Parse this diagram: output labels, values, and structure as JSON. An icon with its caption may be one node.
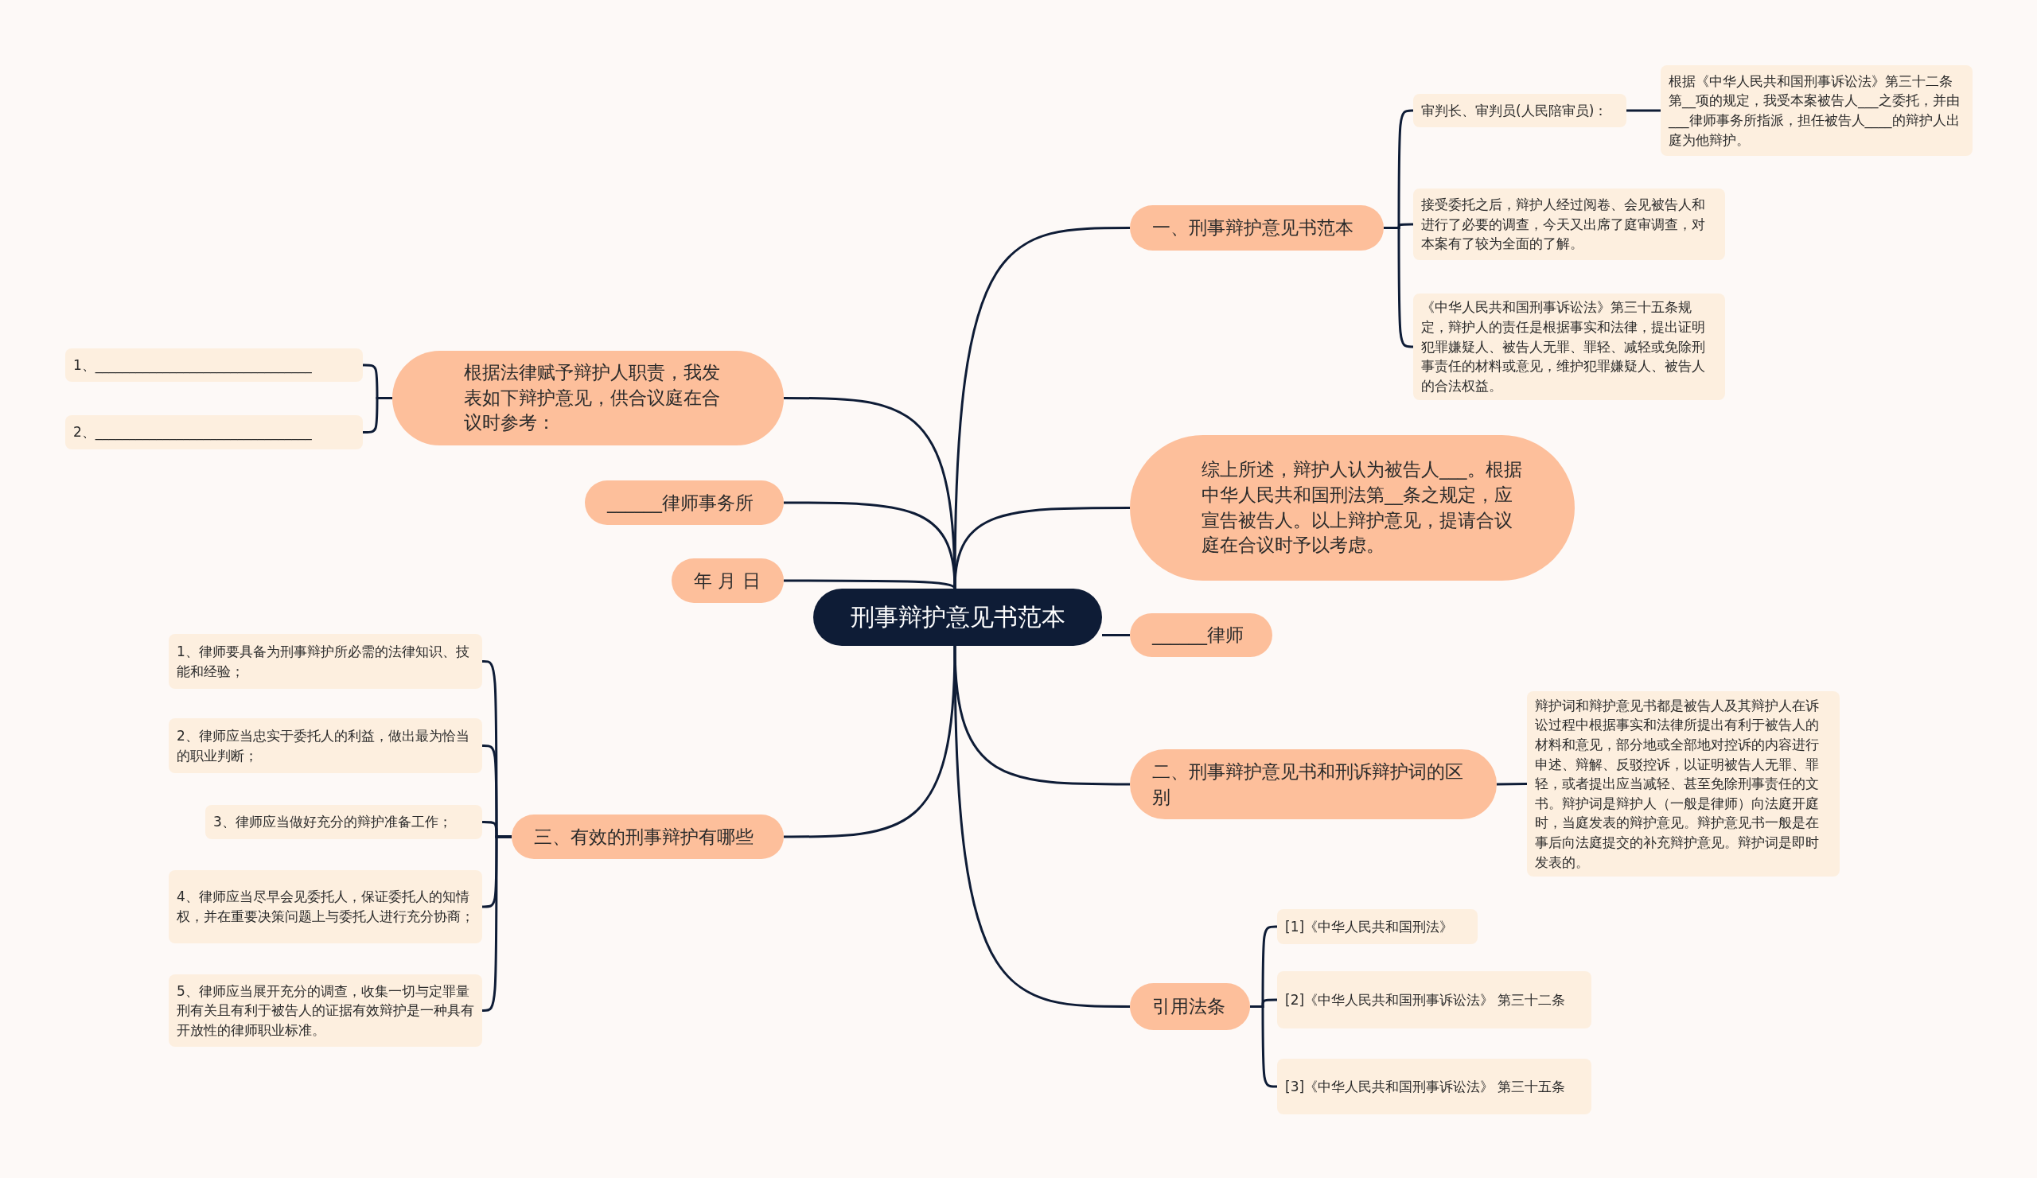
{
  "diagram": {
    "nodes": [
      {
        "text": [
          "刑事辩护意见书范本"
        ]
      },
      {
        "text": [
          "一、刑事辩护意见书范本"
        ]
      },
      {
        "text": [
          "审判长、审判员(人民陪审员)："
        ]
      },
      {
        "text": [
          "根据《中华人民共和国刑事诉讼法》第三十二条第__项的规定，我受本案被告人___之委托，并由___律师事务所指派，担任被告人____的辩护人出庭为他辩护。"
        ]
      },
      {
        "text": [
          "接受委托之后，辩护人经过阅卷、会见被告人和进行了必要的调查，今天又出席了庭审调查，对本案有了较为全面的了解。"
        ]
      },
      {
        "text": [
          "《中华人民共和国刑事诉讼法》第三十五条规定，辩护人的责任是根据事实和法律，提出证明犯罪嫌疑人、被告人无罪、罪轻、减轻或免除刑事责任的材料或意见，维护犯罪嫌疑人、被告人的合法权益。"
        ]
      },
      {
        "text": [
          "综上所述，辩护人认为被告人___。根据中华人民共和国刑法第__条之规定，应宣告被告人。以上辩护意见，提请合议庭在合议时予以考虑。"
        ]
      },
      {
        "text": [
          "______律师"
        ]
      },
      {
        "text": [
          "二、刑事辩护意见书和刑诉辩护词的区别"
        ]
      },
      {
        "text": [
          "辩护词和辩护意见书都是被告人及其辩护人在诉讼过程中根据事实和法律所提出有利于被告人的材料和意见，部分地或全部地对控诉的内容进行申述、辩解、反驳控诉，以证明被告人无罪、罪轻，或者提出应当减轻、甚至免除刑事责任的文书。辩护词是辩护人（一般是律师）向法庭开庭时，当庭发表的辩护意见。辩护意见书一般是在事后向法庭提交的补充辩护意见。辩护词是即时发表的。"
        ]
      },
      {
        "text": [
          "引用法条"
        ]
      },
      {
        "text": [
          "[1]《中华人民共和国刑法》"
        ]
      },
      {
        "text": [
          "[2]《中华人民共和国刑事诉讼法》 第三十二条"
        ]
      },
      {
        "text": [
          "[3]《中华人民共和国刑事诉讼法》 第三十五条"
        ]
      },
      {
        "text": [
          "根据法律赋予辩护人职责，我发表如下辩护意见，供合议庭在合议时参考："
        ]
      },
      {
        "text": [
          "1、________________________________"
        ]
      },
      {
        "text": [
          "2、________________________________"
        ]
      },
      {
        "text": [
          "______律师事务所"
        ]
      },
      {
        "text": [
          "年 月 日"
        ]
      },
      {
        "text": [
          "三、有效的刑事辩护有哪些"
        ]
      },
      {
        "text": [
          "1、律师要具备为刑事辩护所必需的法律知识、技能和经验；"
        ]
      },
      {
        "text": [
          "2、律师应当忠实于委托人的利益，做出最为恰当的职业判断；"
        ]
      },
      {
        "text": [
          "3、律师应当做好充分的辩护准备工作；"
        ]
      },
      {
        "text": [
          "4、律师应当尽早会见委托人，保证委托人的知情权，并在重要决策问题上与委托人进行充分协商；"
        ]
      },
      {
        "text": [
          "5、律师应当展开充分的调查，收集一切与定罪量刑有关且有利于被告人的证据有效辩护是一种具有开放性的律师职业标准。"
        ]
      }
    ],
    "edges": [
      {
        "from": 0,
        "to": 1,
        "arrow": "none"
      },
      {
        "from": 1,
        "to": 2,
        "arrow": "none"
      },
      {
        "from": 2,
        "to": 3,
        "arrow": "none"
      },
      {
        "from": 1,
        "to": 4,
        "arrow": "none"
      },
      {
        "from": 1,
        "to": 5,
        "arrow": "none"
      },
      {
        "from": 0,
        "to": 6,
        "arrow": "none"
      },
      {
        "from": 0,
        "to": 7,
        "arrow": "none"
      },
      {
        "from": 0,
        "to": 8,
        "arrow": "none"
      },
      {
        "from": 8,
        "to": 9,
        "arrow": "none"
      },
      {
        "from": 0,
        "to": 10,
        "arrow": "none"
      },
      {
        "from": 10,
        "to": 11,
        "arrow": "none"
      },
      {
        "from": 10,
        "to": 12,
        "arrow": "none"
      },
      {
        "from": 10,
        "to": 13,
        "arrow": "none"
      },
      {
        "from": 0,
        "to": 14,
        "arrow": "none"
      },
      {
        "from": 14,
        "to": 15,
        "arrow": "none"
      },
      {
        "from": 14,
        "to": 16,
        "arrow": "none"
      },
      {
        "from": 0,
        "to": 17,
        "arrow": "none"
      },
      {
        "from": 0,
        "to": 18,
        "arrow": "none"
      },
      {
        "from": 0,
        "to": 19,
        "arrow": "none"
      },
      {
        "from": 19,
        "to": 20,
        "arrow": "none"
      },
      {
        "from": 19,
        "to": 21,
        "arrow": "none"
      },
      {
        "from": 19,
        "to": 22,
        "arrow": "none"
      },
      {
        "from": 19,
        "to": 23,
        "arrow": "none"
      },
      {
        "from": 19,
        "to": 24,
        "arrow": "none"
      }
    ]
  }
}
